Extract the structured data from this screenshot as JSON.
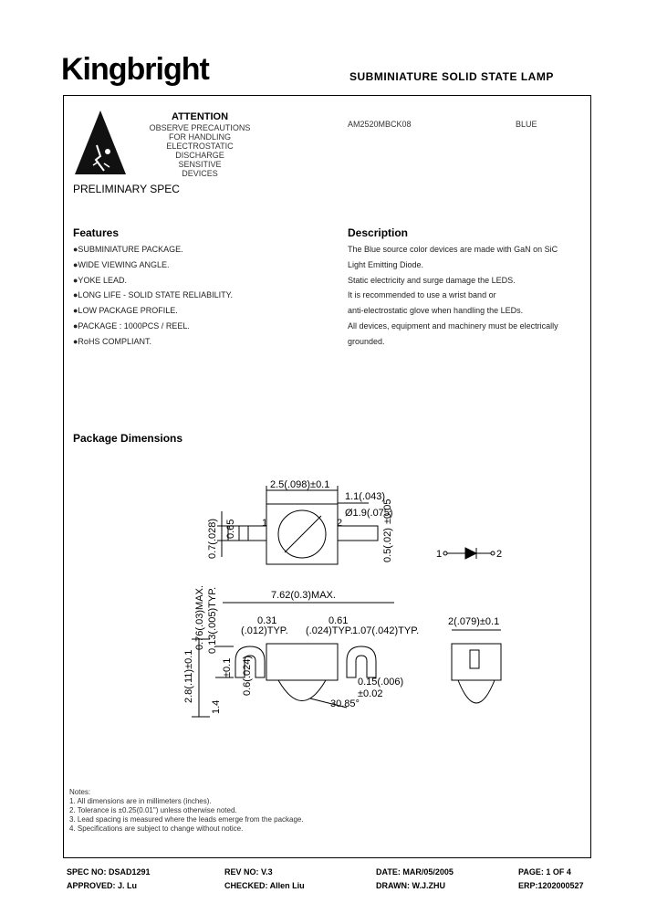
{
  "header": {
    "logo": "Kingbright",
    "title": "SUBMINIATURE  SOLID  STATE  LAMP"
  },
  "attention": {
    "title": "ATTENTION",
    "lines": [
      "OBSERVE PRECAUTIONS",
      "FOR HANDLING",
      "ELECTROSTATIC",
      "DISCHARGE",
      "SENSITIVE",
      "DEVICES"
    ]
  },
  "part_number": "AM2520MBCK08",
  "color": "BLUE",
  "preliminary": "PRELIMINARY SPEC",
  "features": {
    "title": "Features",
    "items": [
      "●SUBMINIATURE PACKAGE.",
      "●WIDE VIEWING ANGLE.",
      "●YOKE LEAD.",
      "●LONG LIFE - SOLID STATE RELIABILITY.",
      "●LOW PACKAGE PROFILE.",
      "●PACKAGE : 1000PCS / REEL.",
      "●RoHS COMPLIANT."
    ]
  },
  "description": {
    "title": "Description",
    "lines": [
      "The Blue source color devices are made with GaN on SiC",
      "Light Emitting Diode.",
      "Static  electricity  and surge  damage  the LEDS.",
      "It is  recommended  to use a  wrist  band  or",
      "anti-electrostatic  glove  when  handling  the  LEDs.",
      "All devices, equipment and machinery  must be electrically",
      "grounded."
    ]
  },
  "package": {
    "title": "Package Dimensions",
    "dims": {
      "width": "2.5(.098)±0.1",
      "lens_offset": "1.1(.043)",
      "lens_dia": "Ø1.9(.075)",
      "tol_005": "±0.05",
      "lead_h1": "0.7(.028)",
      "lead_h2": "0.65",
      "lead_h3": "0.5(.02)",
      "max_len": "7.62(0.3)MAX.",
      "d031": "0.31",
      "d031b": "(.012)TYP.",
      "d061": "0.61",
      "d061b": "(.024)TYP.",
      "d107": "1.07(.042)TYP.",
      "side_w": "2(.079)±0.1",
      "v076": "0.76(.03)MAX.",
      "v013": "0.13(.005)TYP.",
      "v28": "2.8(.11)±0.1",
      "v14": "1.4",
      "v06": "0.6(.024)",
      "v01": "±0.1",
      "d015": "0.15(.006)",
      "d002": "±0.02",
      "angle": "30.85°",
      "pin1": "1",
      "pin2": "2"
    }
  },
  "notes": [
    "Notes:",
    "1. All dimensions are in millimeters (inches).",
    "2. Tolerance is ±0.25(0.01\") unless otherwise noted.",
    "3. Lead spacing is measured where the leads emerge from the package.",
    "4. Specifications are subject to change without notice."
  ],
  "footer": {
    "spec_no": "SPEC NO: DSAD1291",
    "rev_no": "REV NO: V.3",
    "date": "DATE: MAR/05/2005",
    "page": "PAGE: 1 OF 4",
    "approved": "APPROVED: J. Lu",
    "checked": "CHECKED: Allen Liu",
    "drawn": "DRAWN: W.J.ZHU",
    "erp": "ERP:1202000527"
  }
}
